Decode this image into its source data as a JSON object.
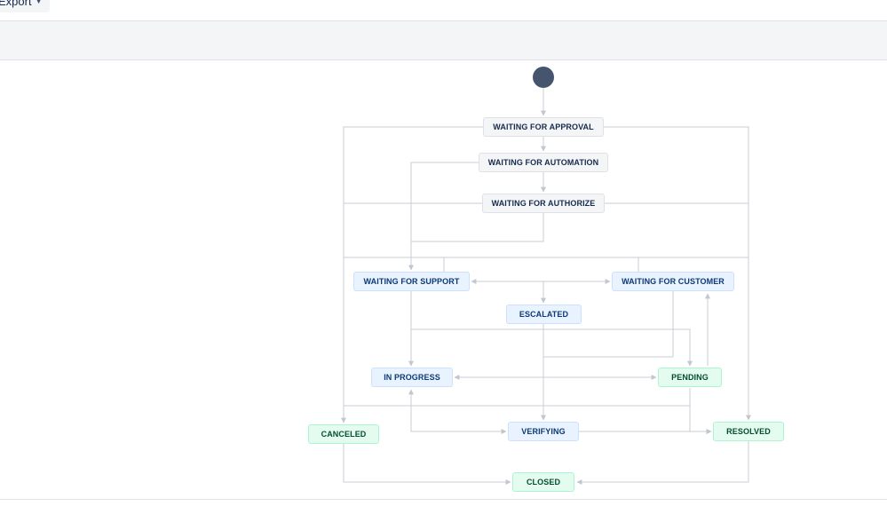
{
  "header": {
    "export_label": "Export",
    "caret_icon": "chevron-down-icon"
  },
  "workflow": {
    "statuses": {
      "waiting_for_approval": "WAITING FOR APPROVAL",
      "waiting_for_automation": "WAITING FOR AUTOMATION",
      "waiting_for_authorize": "WAITING FOR AUTHORIZE",
      "waiting_for_support": "WAITING FOR SUPPORT",
      "waiting_for_customer": "WAITING FOR CUSTOMER",
      "escalated": "ESCALATED",
      "in_progress": "IN PROGRESS",
      "pending": "PENDING",
      "canceled": "CANCELED",
      "verifying": "VERIFYING",
      "resolved": "RESOLVED",
      "closed": "CLOSED"
    },
    "colors": {
      "line": "#c1c7d0",
      "start_node": "#45556e",
      "todo": "#f4f5f7",
      "in_progress": "#e9f2ff",
      "done": "#e3fcef"
    }
  }
}
